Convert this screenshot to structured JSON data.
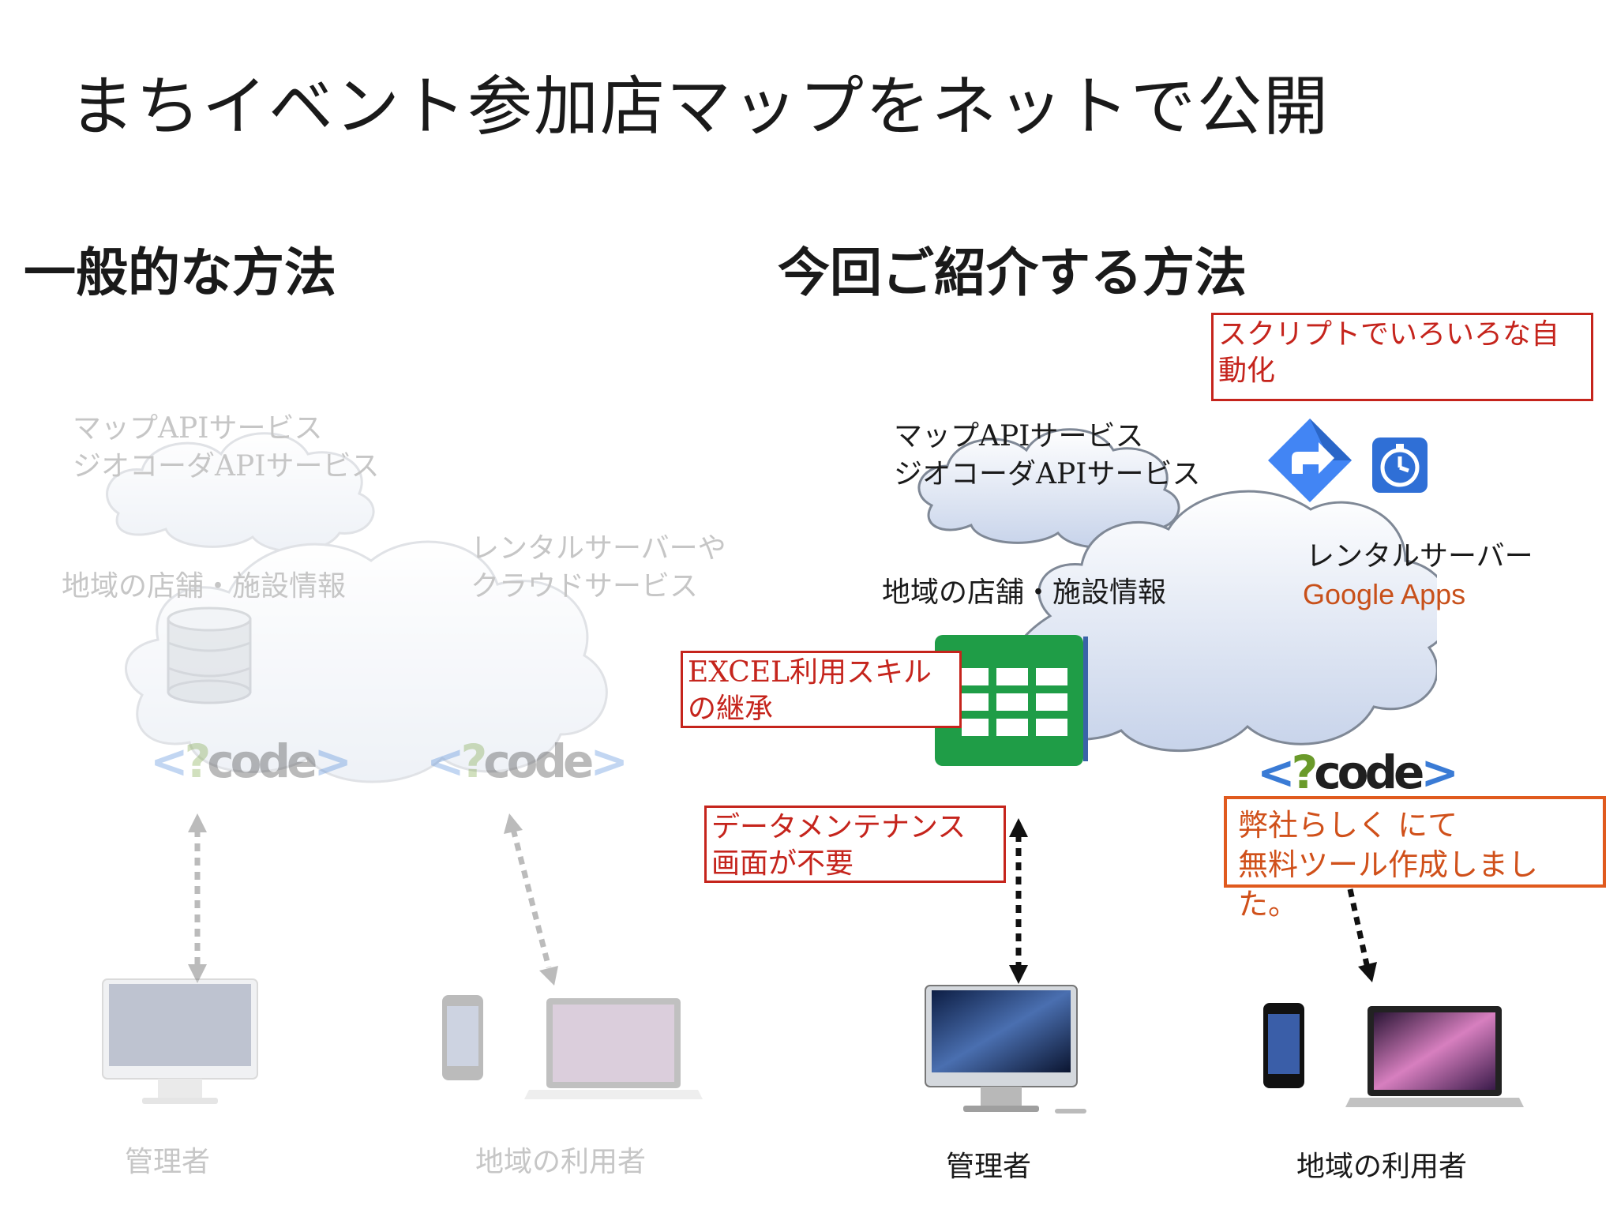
{
  "title": "まちイベント参加店マップをネットで公開",
  "left": {
    "heading": "一般的な方法",
    "map_service_line1": "マップAPIサービス",
    "map_service_line2": "ジオコーダAPIサービス",
    "local_info": "地域の店舗・施設情報",
    "server_line1": "レンタルサーバーや",
    "server_line2": "クラウドサービス",
    "code_logo": "<?code>",
    "admin": "管理者",
    "users": "地域の利用者"
  },
  "right": {
    "heading": "今回ご紹介する方法",
    "script_note_line1": "スクリプトでいろいろな自",
    "script_note_line2": "動化",
    "map_service_line1": "マップAPIサービス",
    "map_service_line2": "ジオコーダAPIサービス",
    "local_info": "地域の店舗・施設情報",
    "server_line1": "レンタルサーバー",
    "server_line2": "Google Apps",
    "excel_note_line1": "EXCEL利用スキル",
    "excel_note_line2": "の継承",
    "maint_note_line1": "データメンテナンス",
    "maint_note_line2": "画面が不要",
    "tool_note_line1": "弊社らしく にて",
    "tool_note_line2": "無料ツール作成しました。",
    "code_logo": "<?code>",
    "admin": "管理者",
    "users": "地域の利用者"
  },
  "colors": {
    "red_note": "#c5241c",
    "orange_note": "#e05a1e",
    "google_orange": "#c8501a"
  }
}
